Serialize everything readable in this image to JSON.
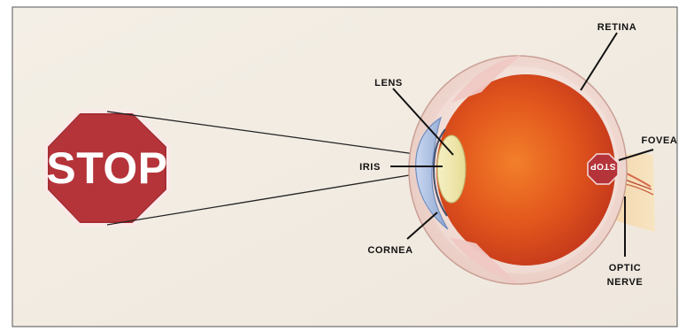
{
  "diagram": {
    "stop_sign_text": "STOP",
    "retina_stop_text": "STOP",
    "labels": {
      "retina": "RETINA",
      "lens": "LENS",
      "fovea": "FOVEA",
      "iris": "IRIS",
      "cornea": "CORNEA",
      "optic_nerve_line1": "OPTIC",
      "optic_nerve_line2": "NERVE"
    },
    "colors": {
      "background": "#f2ece3",
      "stop_red": "#b5343a",
      "eyeball_red": "#d8461e",
      "sclera": "#f1dcd2",
      "nerve": "#f1d3a7",
      "frame_border": "#6f6f6f"
    }
  }
}
